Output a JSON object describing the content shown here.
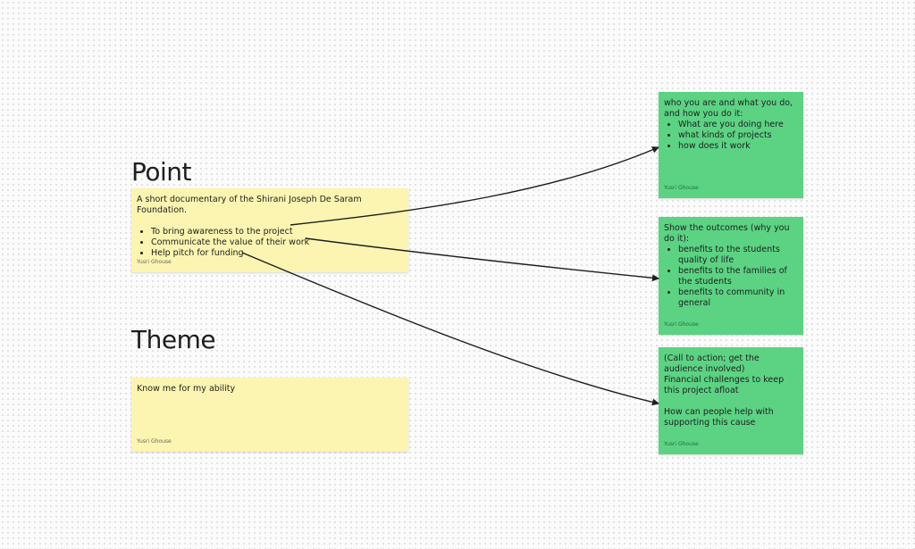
{
  "sections": {
    "point": "Point",
    "theme": "Theme"
  },
  "point_sticky": {
    "intro": "A short documentary of the Shirani Joseph De Saram Foundation.",
    "bullets": [
      "To bring awareness to the project",
      "Communicate the value of their work",
      "Help pitch for funding"
    ],
    "author": "Yusri Ghouse"
  },
  "theme_sticky": {
    "text": "Know me for my ability",
    "author": "Yusri Ghouse"
  },
  "green_stickies": [
    {
      "lines": [
        "who you are and what you do, and how you do it:"
      ],
      "bullets": [
        "What are you doing here",
        "what kinds of projects",
        "how does it work"
      ],
      "author": "Yusri Ghouse"
    },
    {
      "lines": [
        "Show the outcomes (why you do it):"
      ],
      "bullets": [
        "benefits to the students quality of life",
        "benefits to the families of the students",
        "benefits to community in general"
      ],
      "author": "Yusri Ghouse"
    },
    {
      "lines": [
        "(Call to action; get the audience involved)",
        "Financial challenges to keep this project afloat",
        "",
        "How can people help with supporting this cause"
      ],
      "author": "Yusri Ghouse"
    }
  ],
  "colors": {
    "yellow_sticky": "#fcf5b1",
    "green_sticky": "#5bd383",
    "connector": "#1e1e1e"
  }
}
